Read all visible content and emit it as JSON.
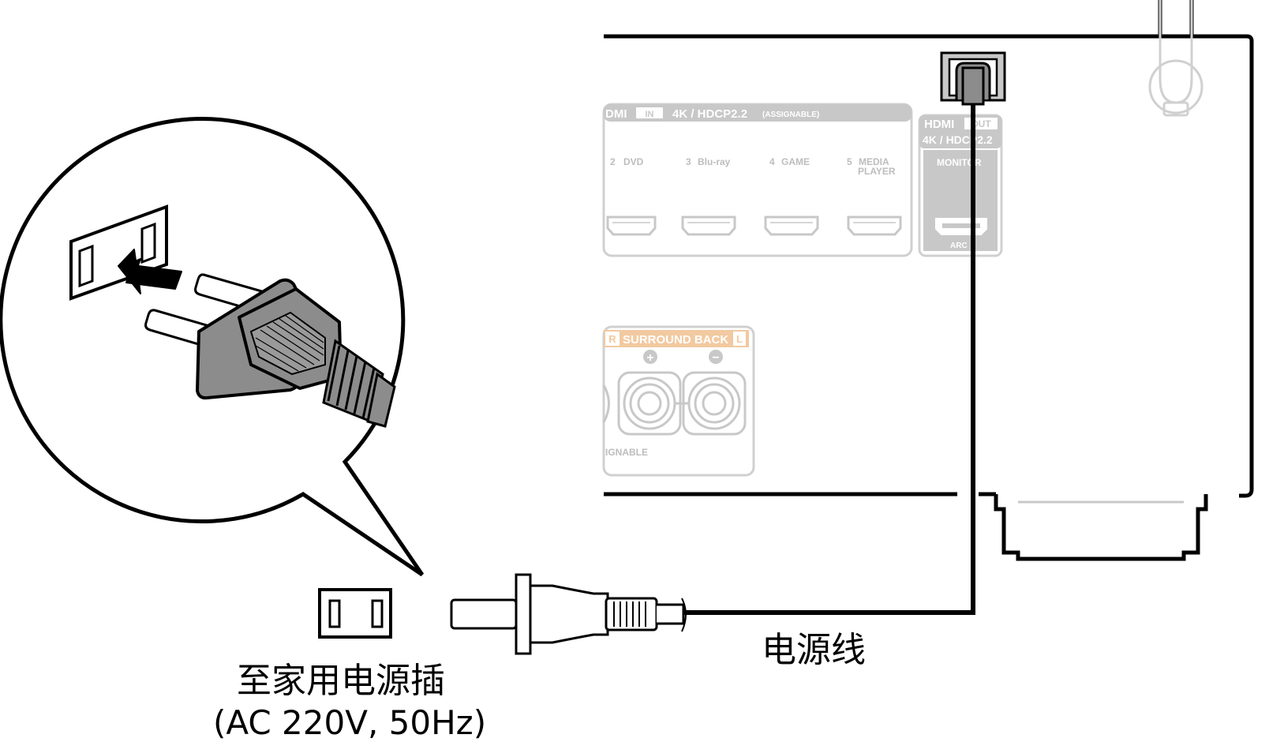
{
  "panel": {
    "hdmi_in_header": "DMI",
    "hdmi_in_badge": "IN",
    "hdmi_in_spec": "4K / HDCP2.2",
    "hdmi_in_assignable": "(ASSIGNABLE)",
    "inputs": [
      {
        "num": "2",
        "name": "DVD",
        "name2": ""
      },
      {
        "num": "3",
        "name": "Blu-ray",
        "name2": ""
      },
      {
        "num": "4",
        "name": "GAME",
        "name2": ""
      },
      {
        "num": "5",
        "name": "MEDIA",
        "name2": "PLAYER"
      }
    ],
    "hdmi_out_header": "HDMI",
    "hdmi_out_badge": "OUT",
    "hdmi_out_spec": "4K / HDCP2.2",
    "monitor": "MONITOR",
    "arc": "ARC",
    "surround_badge_r": "R",
    "surround_back": "SURROUND BACK",
    "surround_badge_l": "L",
    "plus": "+",
    "minus": "−",
    "assignable": "IGNABLE"
  },
  "labels": {
    "power_cord": "电源线",
    "outlet": "至家用电源插",
    "outlet_spec": "(AC 220V, 50Hz)"
  },
  "colors": {
    "line": "#000000",
    "panel_gray": "#c8c8c8",
    "panel_text": "#bdbdbd",
    "surround_orange": "#f2c9a0",
    "plug_gray": "#8c8c8c"
  }
}
